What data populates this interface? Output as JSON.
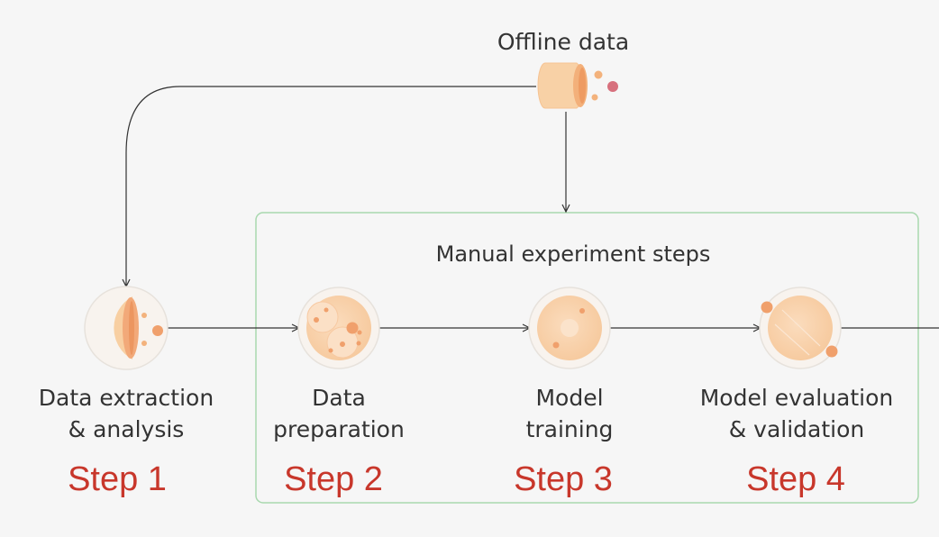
{
  "offline_data": {
    "label": "Offline data"
  },
  "experiment_box": {
    "title": "Manual experiment steps"
  },
  "steps": [
    {
      "line1": "Data extraction",
      "line2": "& analysis",
      "step": "Step 1"
    },
    {
      "line1": "Data",
      "line2": "preparation",
      "step": "Step 2"
    },
    {
      "line1": "Model",
      "line2": "training",
      "step": "Step 3"
    },
    {
      "line1": "Model evaluation",
      "line2": "& validation",
      "step": "Step 4"
    }
  ],
  "colors": {
    "background": "#f6f6f6",
    "step_red": "#c8372b",
    "box_border": "#9fd3a6",
    "peach": "#f8d2aa",
    "peach_dark": "#f1a26c",
    "accent_pink": "#d7707d"
  }
}
